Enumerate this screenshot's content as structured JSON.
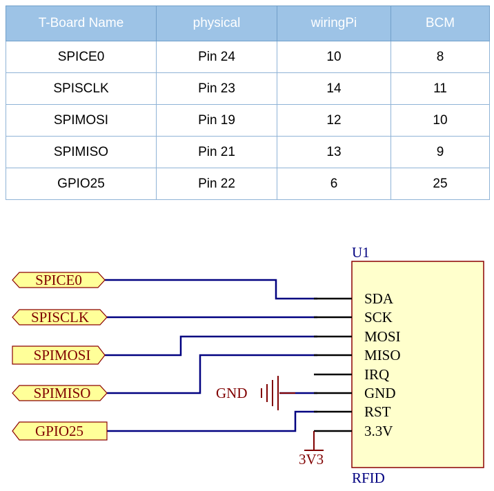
{
  "table": {
    "headers": [
      "T-Board Name",
      "physical",
      "wiringPi",
      "BCM"
    ],
    "rows": [
      [
        "SPICE0",
        "Pin 24",
        "10",
        "8"
      ],
      [
        "SPISCLK",
        "Pin 23",
        "14",
        "11"
      ],
      [
        "SPIMOSI",
        "Pin 19",
        "12",
        "10"
      ],
      [
        "SPIMISO",
        "Pin 21",
        "13",
        "9"
      ],
      [
        "GPIO25",
        "Pin 22",
        "6",
        "25"
      ]
    ]
  },
  "schematic": {
    "component_ref": "U1",
    "component_name": "RFID",
    "pins": [
      "SDA",
      "SCK",
      "MOSI",
      "MISO",
      "IRQ",
      "GND",
      "RST",
      "3.3V"
    ],
    "ports": [
      "SPICE0",
      "SPISCLK",
      "SPIMOSI",
      "SPIMISO",
      "GPIO25"
    ],
    "gnd_label": "GND",
    "power_label": "3V3",
    "colors": {
      "header_bg": "#9dc3e6",
      "wire": "#000080",
      "label_red": "#800000",
      "port_fill": "#ffff99",
      "chip_fill": "#ffffcc",
      "chip_border": "#8b0000",
      "pin_line": "#000000",
      "text": "#000000"
    }
  }
}
